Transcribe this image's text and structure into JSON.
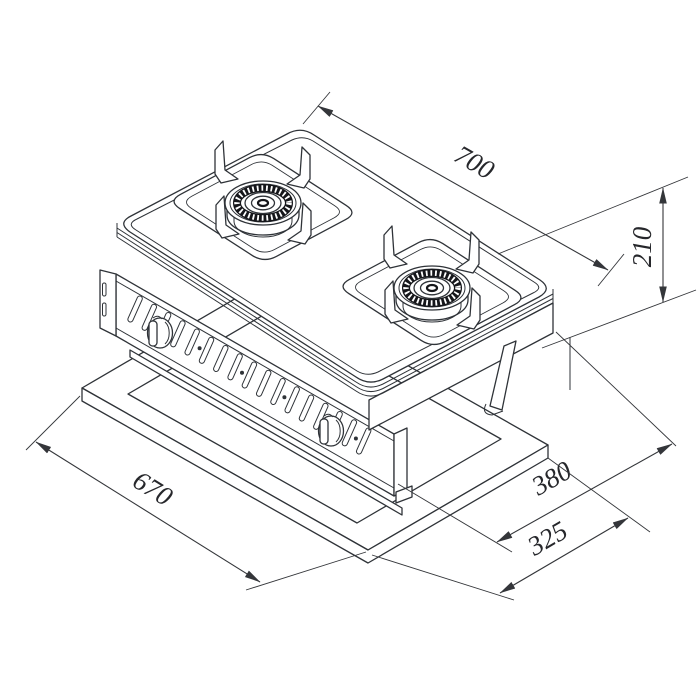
{
  "diagram": {
    "depicts": "two-burner built-in gas hob, isometric technical drawing with dimensions",
    "dims": {
      "overall_width": "700",
      "overall_height": "210",
      "base_width": "670",
      "body_depth": "380",
      "base_depth": "325"
    }
  },
  "colors": {
    "line": "#2f3338",
    "dimension_line": "#34363a",
    "background": "#ffffff"
  }
}
